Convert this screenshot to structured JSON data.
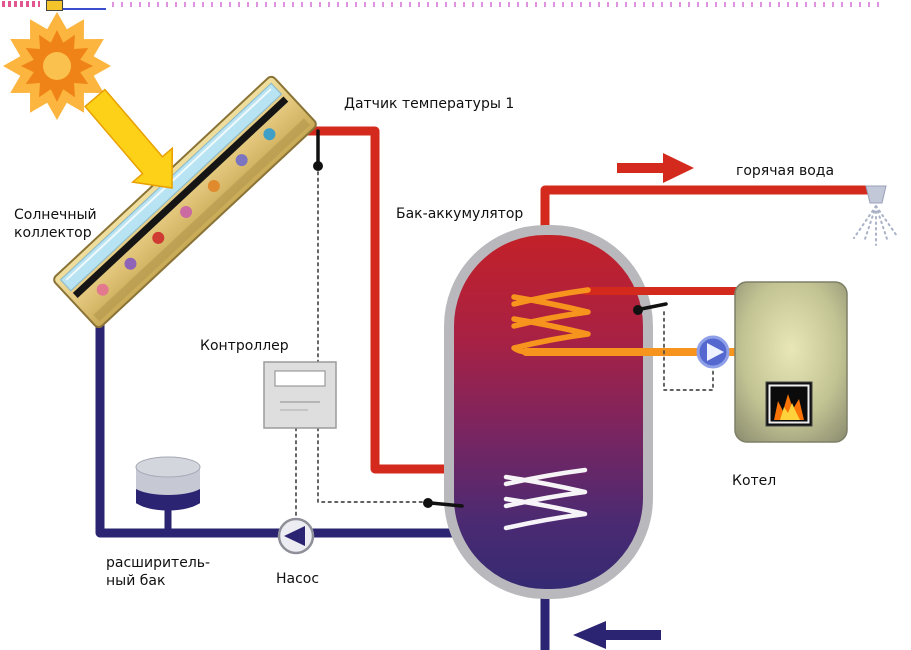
{
  "labels": {
    "sensor1": "Датчик температуры 1",
    "collector1": "Солнечный",
    "collector2": "коллектор",
    "tank": "Бак-аккумулятор",
    "hot_water": "горячая вода",
    "controller": "Контроллер",
    "boiler": "Котел",
    "expansion1": "расширитель-",
    "expansion2": "ный бак",
    "pump": "Насос"
  },
  "colors": {
    "hot": "#d42a1d",
    "cold": "#2b2472",
    "loop": "#f7941d",
    "sun": "#fcb53e",
    "arrow": "#fdd117"
  }
}
